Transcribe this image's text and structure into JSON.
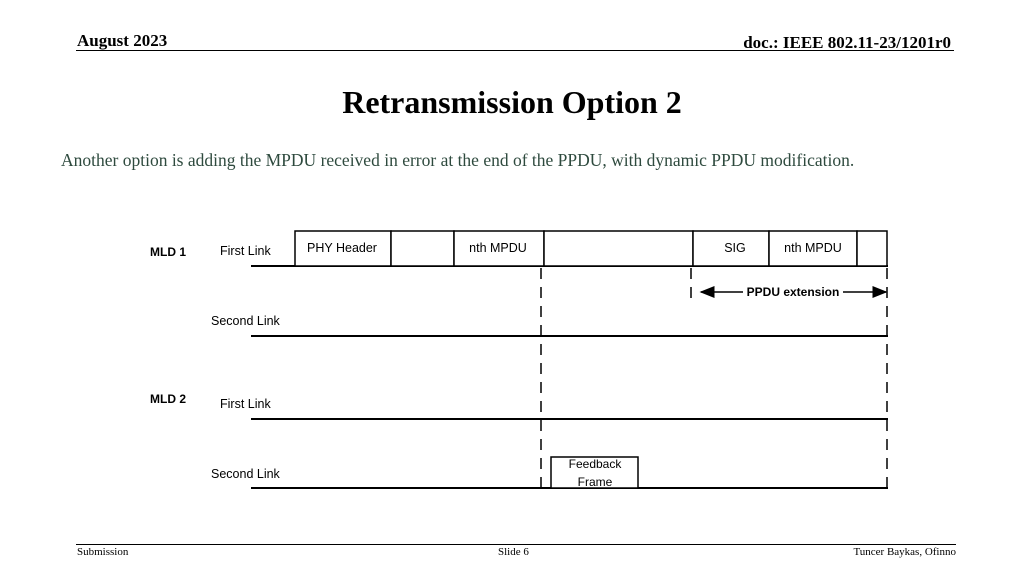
{
  "header": {
    "date": "August 2023",
    "doc_id": "doc.: IEEE 802.11-23/1201r0"
  },
  "title": "Retransmission Option 2",
  "body_text": "Another option is adding the MPDU received in error at the end of the PPDU, with dynamic PPDU modification.",
  "diagram": {
    "mld1_label": "MLD 1",
    "mld2_label": "MLD 2",
    "mld1_first_link": "First Link",
    "mld1_second_link": "Second Link",
    "mld2_first_link": "First Link",
    "mld2_second_link": "Second Link",
    "phy_header": "PHY Header",
    "nth_mpdu": "nth MPDU",
    "sig": "SIG",
    "nth_mpdu_retx": "nth MPDU",
    "ppdu_extension": "PPDU extension",
    "feedback_line1": "Feedback",
    "feedback_line2": "Frame"
  },
  "footer": {
    "left": "Submission",
    "center": "Slide 6",
    "right": "Tuncer Baykas, Ofinno"
  }
}
